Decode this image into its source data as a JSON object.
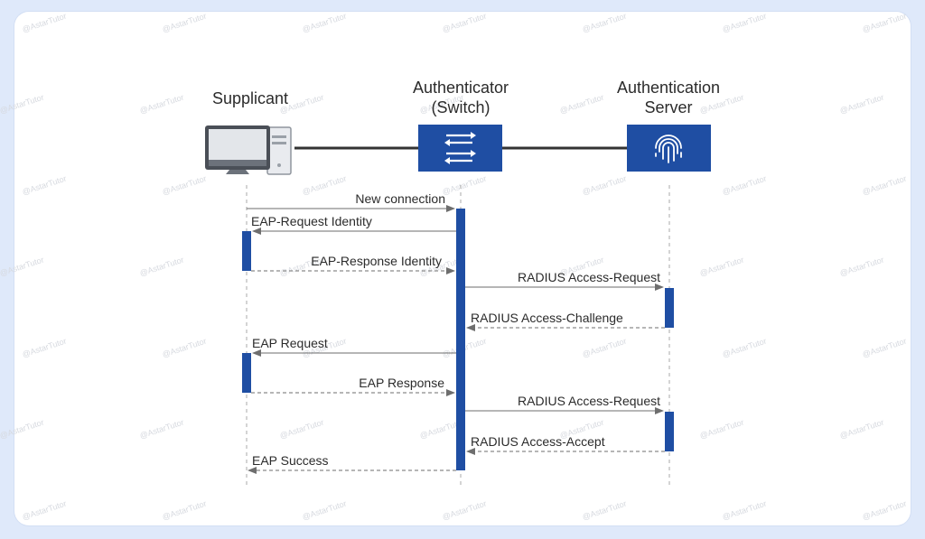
{
  "diagram": {
    "title": "",
    "participants": [
      {
        "id": "supplicant",
        "lines": [
          "Supplicant"
        ],
        "icon": "computer-icon"
      },
      {
        "id": "authenticator",
        "lines": [
          "Authenticator",
          "(Switch)"
        ],
        "icon": "switch-arrows-icon"
      },
      {
        "id": "server",
        "lines": [
          "Authentication",
          "Server"
        ],
        "icon": "fingerprint-icon"
      }
    ],
    "messages": [
      {
        "text": "New connection",
        "from": "supplicant",
        "to": "authenticator",
        "style": "solid"
      },
      {
        "text": "EAP-Request Identity",
        "from": "authenticator",
        "to": "supplicant",
        "style": "solid"
      },
      {
        "text": "EAP-Response Identity",
        "from": "supplicant",
        "to": "authenticator",
        "style": "dashed"
      },
      {
        "text": "RADIUS Access-Request",
        "from": "authenticator",
        "to": "server",
        "style": "solid"
      },
      {
        "text": "RADIUS Access-Challenge",
        "from": "server",
        "to": "authenticator",
        "style": "dashed"
      },
      {
        "text": "EAP Request",
        "from": "authenticator",
        "to": "supplicant",
        "style": "solid"
      },
      {
        "text": "EAP Response",
        "from": "supplicant",
        "to": "authenticator",
        "style": "dashed"
      },
      {
        "text": "RADIUS Access-Request",
        "from": "authenticator",
        "to": "server",
        "style": "solid"
      },
      {
        "text": "RADIUS Access-Accept",
        "from": "server",
        "to": "authenticator",
        "style": "dashed"
      },
      {
        "text": "EAP Success",
        "from": "authenticator",
        "to": "supplicant",
        "style": "dashed"
      }
    ],
    "watermark": "@AstarTutor",
    "colors": {
      "accent": "#1f4ea3",
      "line": "#6e6e6e",
      "link": "#333333",
      "text": "#2b2b2b"
    }
  }
}
